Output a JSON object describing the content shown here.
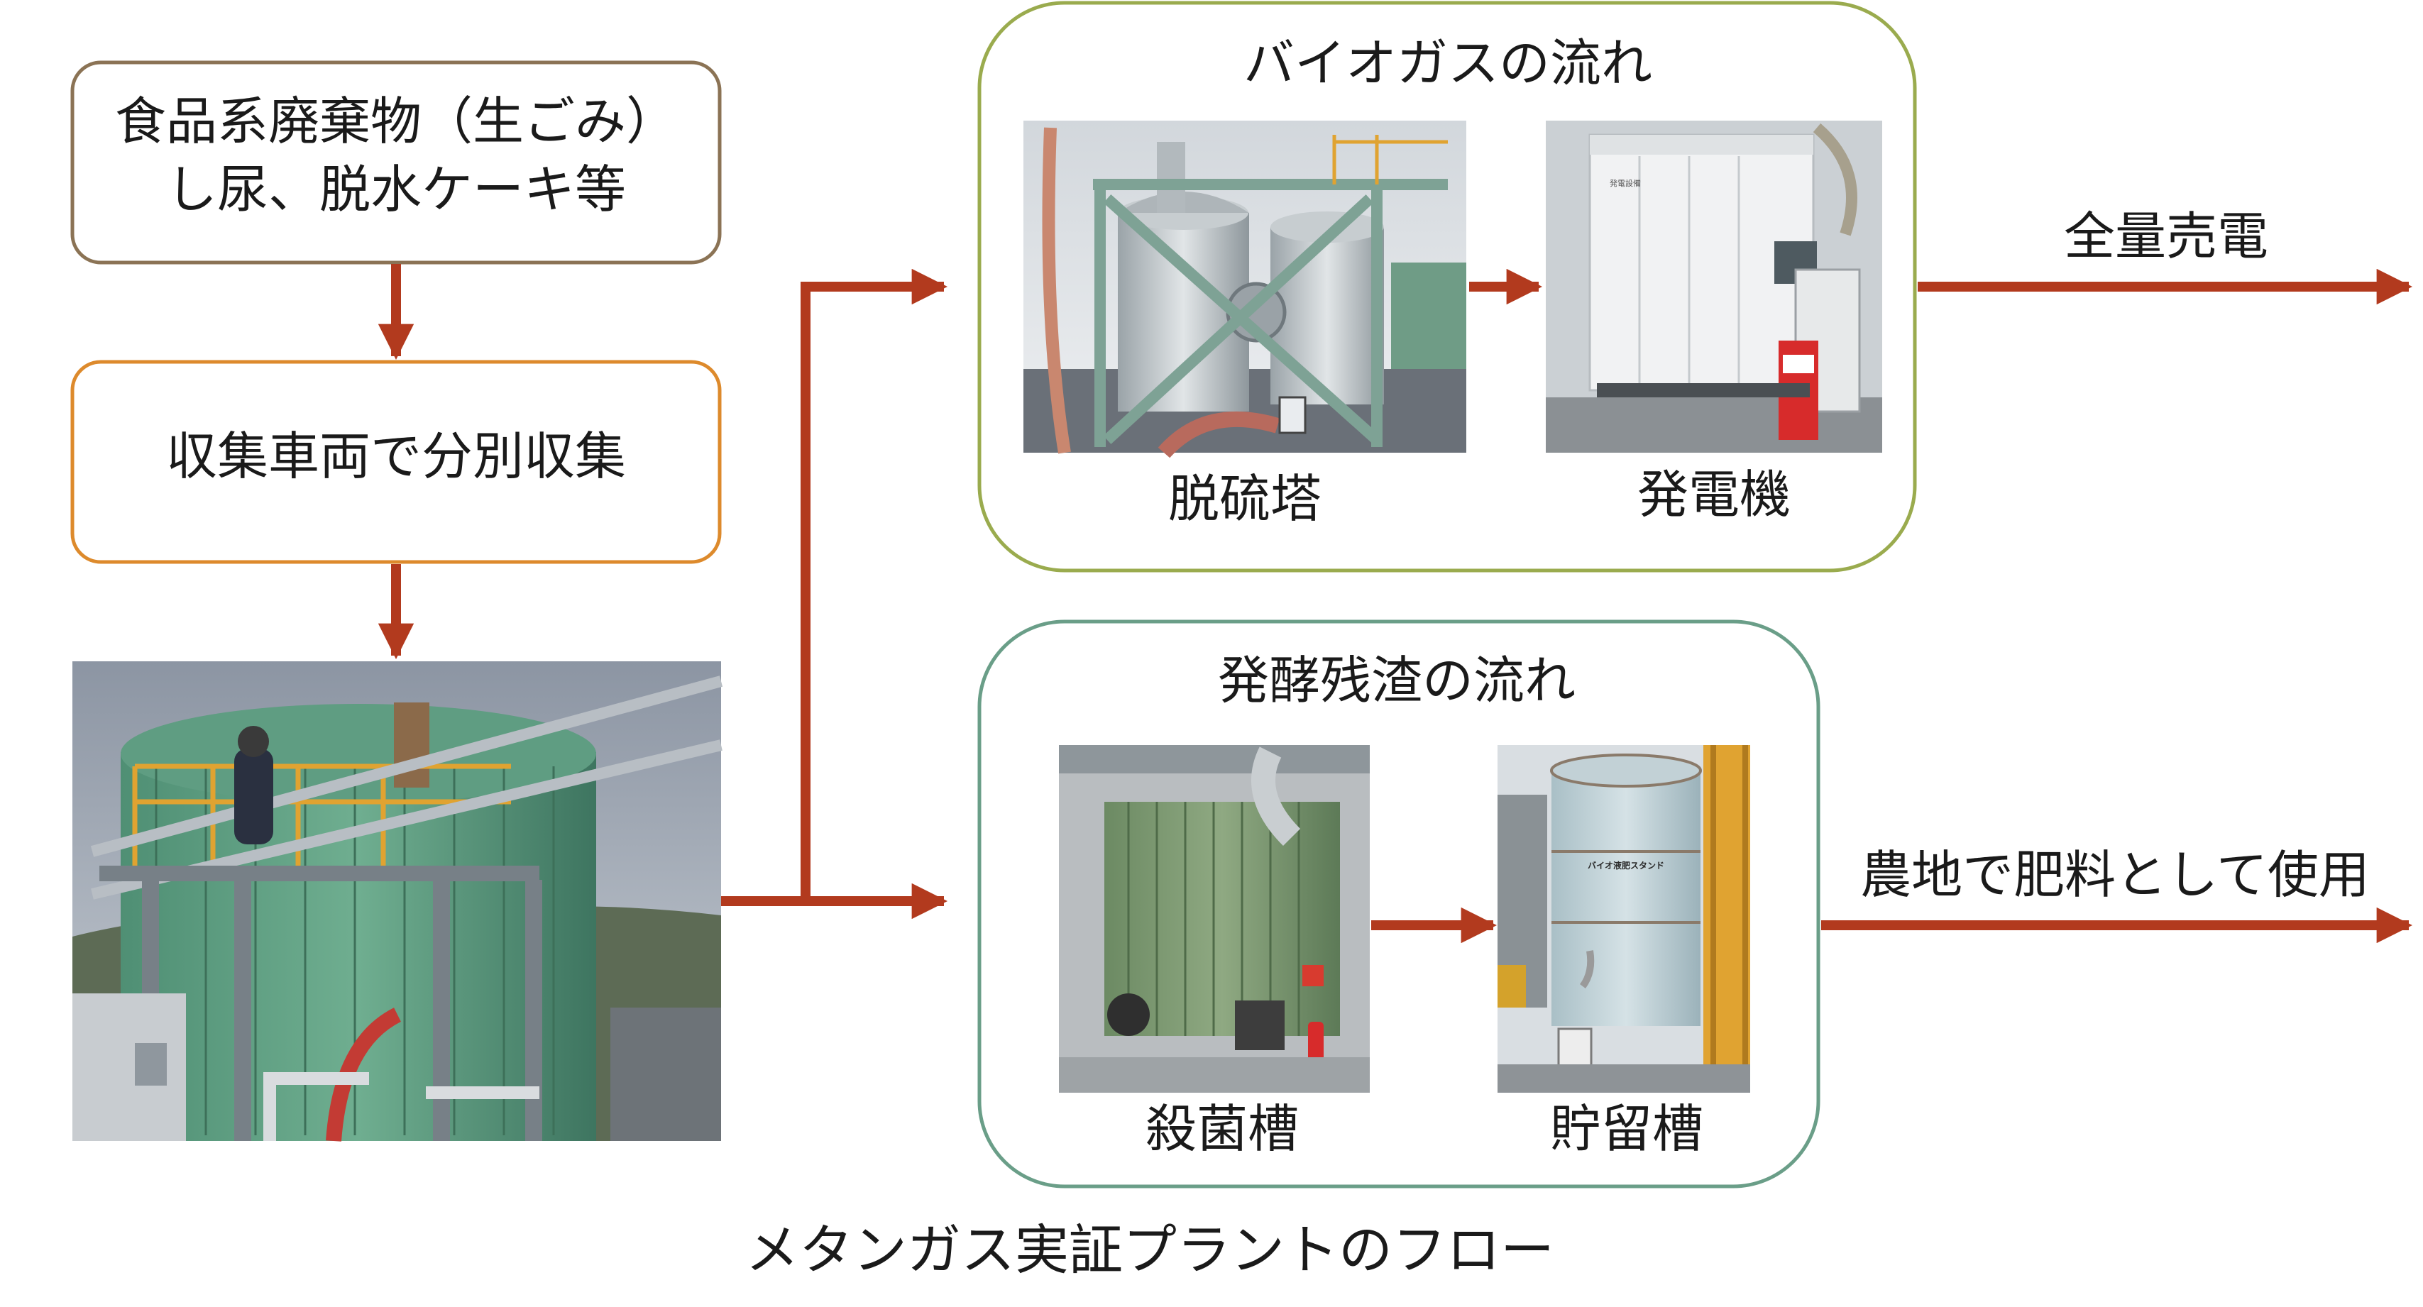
{
  "colors": {
    "arrow": "#b23a1e",
    "box_waste_border": "#8b7355",
    "box_collect_border": "#dd8a2c",
    "group_biogas_border": "#9aab4e",
    "group_residue_border": "#6a9e88",
    "text": "#1a1a1a"
  },
  "waste_box": {
    "line1": "食品系廃棄物（生ごみ）",
    "line2": "し尿、脱水ケーキ等"
  },
  "collection_box": {
    "label": "収集車両で分別収集"
  },
  "biogas_group": {
    "title": "バイオガスの流れ",
    "desulfurization_label": "脱硫塔",
    "generator_label": "発電機",
    "output_label": "全量売電"
  },
  "residue_group": {
    "title": "発酵残渣の流れ",
    "sterilization_label": "殺菌槽",
    "storage_label": "貯留槽",
    "output_label": "農地で肥料として使用"
  },
  "photo_text": {
    "storage_tank_sign": "バイオ液肥スタンド",
    "generator_sign": "発電設備"
  },
  "caption": "メタンガス実証プラントのフロー"
}
